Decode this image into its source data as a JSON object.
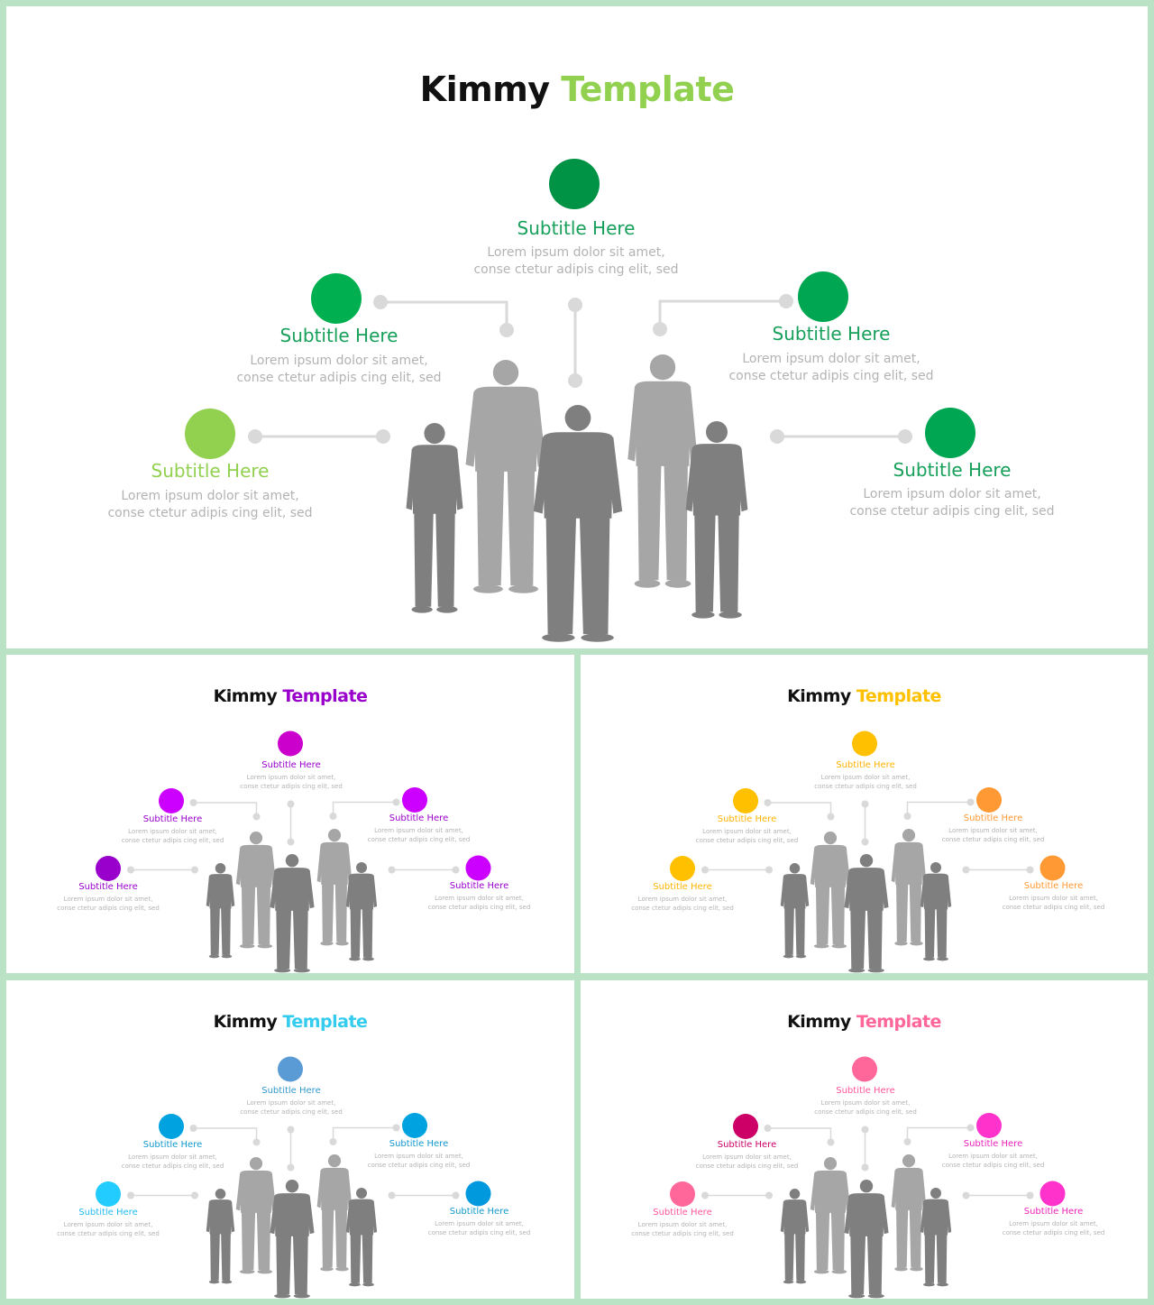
{
  "slides": [
    {
      "title_a": "Kimmy",
      "title_b": "Template",
      "accent": "#92d050",
      "items": [
        {
          "subtitle": "Subtitle Here",
          "line1": "Lorem ipsum dolor sit amet,",
          "line2": "conse ctetur adipis cing elit, sed",
          "color": "#009245",
          "text_color": "#16a05a"
        },
        {
          "subtitle": "Subtitle Here",
          "line1": "Lorem ipsum dolor sit amet,",
          "line2": "conse ctetur adipis cing elit, sed",
          "color": "#00b050",
          "text_color": "#16a05a"
        },
        {
          "subtitle": "Subtitle Here",
          "line1": "Lorem ipsum dolor sit amet,",
          "line2": "conse ctetur adipis cing elit, sed",
          "color": "#00a651",
          "text_color": "#16a05a"
        },
        {
          "subtitle": "Subtitle Here",
          "line1": "Lorem ipsum dolor sit amet,",
          "line2": "conse ctetur adipis cing elit, sed",
          "color": "#92d050",
          "text_color": "#92d050"
        },
        {
          "subtitle": "Subtitle Here",
          "line1": "Lorem ipsum dolor sit amet,",
          "line2": "conse ctetur adipis cing elit, sed",
          "color": "#00a651",
          "text_color": "#16a05a"
        }
      ]
    },
    {
      "title_a": "Kimmy",
      "title_b": "Template",
      "accent": "#9900cc",
      "items": [
        {
          "subtitle": "Subtitle Here",
          "line1": "Lorem ipsum dolor sit amet,",
          "line2": "conse ctetur adipis cing elit, sed",
          "color": "#cc00cc",
          "text_color": "#9900cc"
        },
        {
          "subtitle": "Subtitle Here",
          "line1": "Lorem ipsum dolor sit amet,",
          "line2": "conse ctetur adipis cing elit, sed",
          "color": "#cc00ff",
          "text_color": "#9900cc"
        },
        {
          "subtitle": "Subtitle Here",
          "line1": "Lorem ipsum dolor sit amet,",
          "line2": "conse ctetur adipis cing elit, sed",
          "color": "#cc00ff",
          "text_color": "#9900cc"
        },
        {
          "subtitle": "Subtitle Here",
          "line1": "Lorem ipsum dolor sit amet,",
          "line2": "conse ctetur adipis cing elit, sed",
          "color": "#9900cc",
          "text_color": "#9900cc"
        },
        {
          "subtitle": "Subtitle Here",
          "line1": "Lorem ipsum dolor sit amet,",
          "line2": "conse ctetur adipis cing elit, sed",
          "color": "#cc00ff",
          "text_color": "#9900cc"
        }
      ]
    },
    {
      "title_a": "Kimmy",
      "title_b": "Template",
      "accent": "#ffc000",
      "items": [
        {
          "subtitle": "Subtitle Here",
          "line1": "Lorem ipsum dolor sit amet,",
          "line2": "conse ctetur adipis cing elit, sed",
          "color": "#ffc000",
          "text_color": "#ffb300"
        },
        {
          "subtitle": "Subtitle Here",
          "line1": "Lorem ipsum dolor sit amet,",
          "line2": "conse ctetur adipis cing elit, sed",
          "color": "#ffc000",
          "text_color": "#ffb300"
        },
        {
          "subtitle": "Subtitle Here",
          "line1": "Lorem ipsum dolor sit amet,",
          "line2": "conse ctetur adipis cing elit, sed",
          "color": "#ff9933",
          "text_color": "#ff9933"
        },
        {
          "subtitle": "Subtitle Here",
          "line1": "Lorem ipsum dolor sit amet,",
          "line2": "conse ctetur adipis cing elit, sed",
          "color": "#ffc000",
          "text_color": "#ffb300"
        },
        {
          "subtitle": "Subtitle Here",
          "line1": "Lorem ipsum dolor sit amet,",
          "line2": "conse ctetur adipis cing elit, sed",
          "color": "#ff9933",
          "text_color": "#ff9933"
        }
      ]
    },
    {
      "title_a": "Kimmy",
      "title_b": "Template",
      "accent": "#33ccee",
      "items": [
        {
          "subtitle": "Subtitle Here",
          "line1": "Lorem ipsum dolor sit amet,",
          "line2": "conse ctetur adipis cing elit, sed",
          "color": "#5b9bd5",
          "text_color": "#3399cc"
        },
        {
          "subtitle": "Subtitle Here",
          "line1": "Lorem ipsum dolor sit amet,",
          "line2": "conse ctetur adipis cing elit, sed",
          "color": "#00a3e0",
          "text_color": "#1199cc"
        },
        {
          "subtitle": "Subtitle Here",
          "line1": "Lorem ipsum dolor sit amet,",
          "line2": "conse ctetur adipis cing elit, sed",
          "color": "#00a3e0",
          "text_color": "#1199cc"
        },
        {
          "subtitle": "Subtitle Here",
          "line1": "Lorem ipsum dolor sit amet,",
          "line2": "conse ctetur adipis cing elit, sed",
          "color": "#22ccff",
          "text_color": "#22bbee"
        },
        {
          "subtitle": "Subtitle Here",
          "line1": "Lorem ipsum dolor sit amet,",
          "line2": "conse ctetur adipis cing elit, sed",
          "color": "#0099dd",
          "text_color": "#1199cc"
        }
      ]
    },
    {
      "title_a": "Kimmy",
      "title_b": "Template",
      "accent": "#ff6699",
      "items": [
        {
          "subtitle": "Subtitle Here",
          "line1": "Lorem ipsum dolor sit amet,",
          "line2": "conse ctetur adipis cing elit, sed",
          "color": "#ff6699",
          "text_color": "#ff5599"
        },
        {
          "subtitle": "Subtitle Here",
          "line1": "Lorem ipsum dolor sit amet,",
          "line2": "conse ctetur adipis cing elit, sed",
          "color": "#cc0066",
          "text_color": "#cc0066"
        },
        {
          "subtitle": "Subtitle Here",
          "line1": "Lorem ipsum dolor sit amet,",
          "line2": "conse ctetur adipis cing elit, sed",
          "color": "#ff33cc",
          "text_color": "#ee22bb"
        },
        {
          "subtitle": "Subtitle Here",
          "line1": "Lorem ipsum dolor sit amet,",
          "line2": "conse ctetur adipis cing elit, sed",
          "color": "#ff6699",
          "text_color": "#ff5599"
        },
        {
          "subtitle": "Subtitle Here",
          "line1": "Lorem ipsum dolor sit amet,",
          "line2": "conse ctetur adipis cing elit, sed",
          "color": "#ff33cc",
          "text_color": "#ee22bb"
        }
      ]
    }
  ]
}
